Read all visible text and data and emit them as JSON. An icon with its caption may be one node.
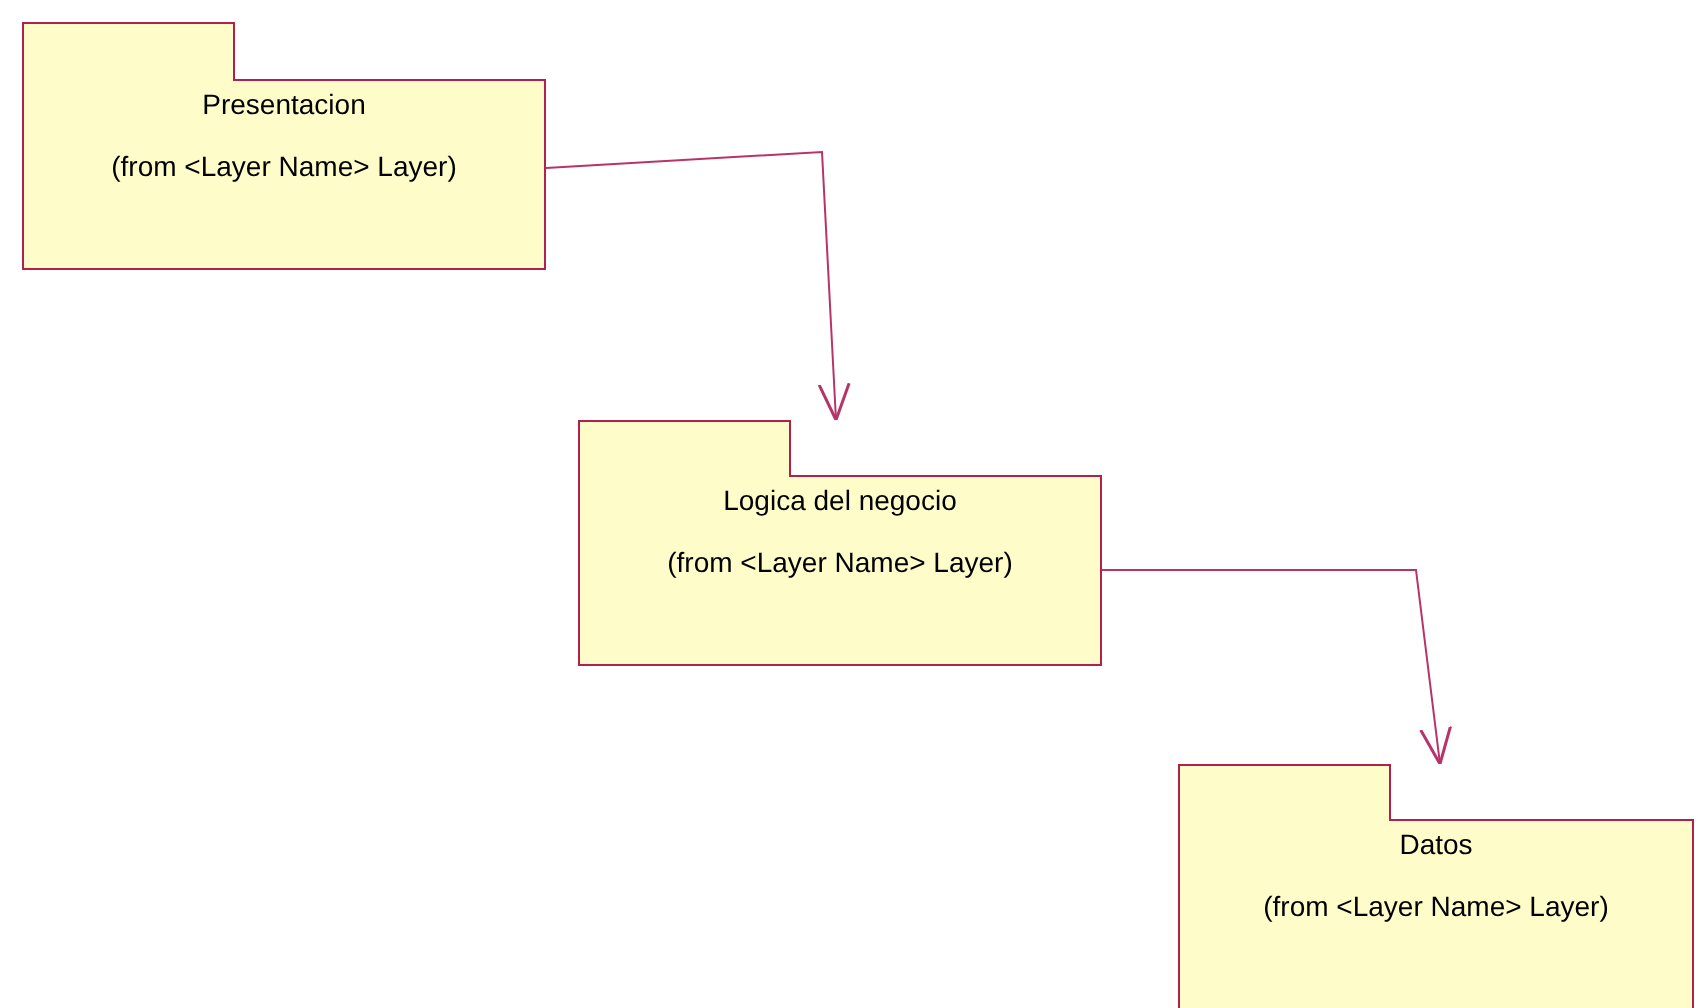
{
  "diagram": {
    "nodes": [
      {
        "text": [
          "Presentacion",
          "(from <Layer Name> Layer)"
        ]
      },
      {
        "text": [
          "Logica del negocio",
          "(from <Layer Name> Layer)"
        ]
      },
      {
        "text": [
          "Datos",
          "(from <Layer Name> Layer)"
        ]
      }
    ],
    "edges": [
      {
        "from": 0,
        "to": 1,
        "arrow": "to"
      },
      {
        "from": 1,
        "to": 2,
        "arrow": "to"
      }
    ]
  }
}
